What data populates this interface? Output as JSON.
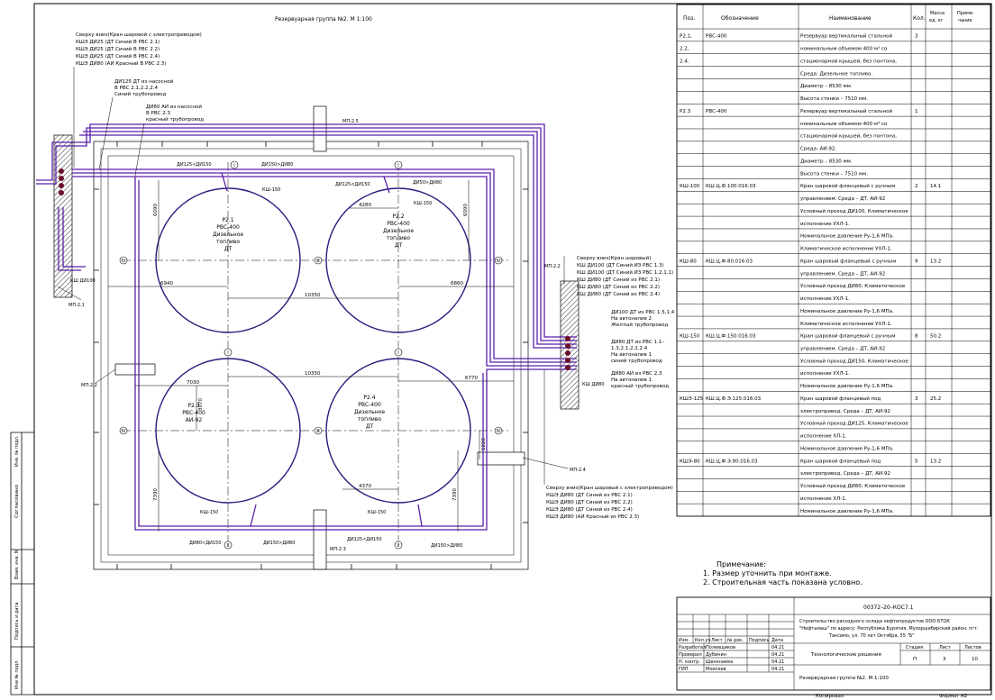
{
  "plan": {
    "title": "Резервуарная группа №2. М 1:100",
    "legend_top": {
      "title": "Сверху вниз(Кран шаровой с электроприводом)",
      "lines": [
        "КШЭ ДИ25 (ДТ Синий В РВС 2.1)",
        "КШЭ ДИ25 (ДТ Синий В РВС 2.2)",
        "КШЭ ДИ25 (ДТ Синий В РВС 2.4)",
        "КШЭ ДИ80 (АИ Красный В РВС 2.3)"
      ]
    },
    "callout_blue": [
      "ДИ125 ДТ из насосной",
      "В РВС 2.1,2.2,2.4",
      "Синий трубопровод"
    ],
    "callout_red": [
      "ДИ80 АИ из насосной",
      "В РВС 2.3",
      "красный трубопровод"
    ],
    "legend_right": {
      "title": "Сверху вниз(Кран шаровый)",
      "lines": [
        "КШ ДИ100 (ДТ Синий ИЗ РВС 1.3)",
        "КШ ДИ100 (ДТ Синий ИЗ РВС 1.2,1.1)",
        "КШ ДИ80 (ДТ Синий из РВС 2.1)",
        "КШ ДИ80 (ДТ Синий из РВС 2.2)",
        "КШ ДИ80 (ДТ Синий из РВС 2.4)"
      ]
    },
    "callout_yellow": [
      "ДИ100 ДТ из РВС 1.5,1.4",
      "На автоналив 2",
      "Желтый трубопровод"
    ],
    "callout_blue2": [
      "ДИ80 ДТ из РВС 1.1–",
      "1.3,2.1,2.2,2.4",
      "На автоналив 1",
      "синий трубопровод"
    ],
    "callout_red2": [
      "ДИ80 АИ из РВС 2.3",
      "На автоналив 1",
      "красный трубопровод"
    ],
    "legend_bottom": {
      "title": "Сверху вниз(Кран шаровый с электроприводом)",
      "lines": [
        "КШЭ ДИ80 (ДТ Синий из РВС 2.1)",
        "КШЭ ДИ80 (ДТ Синий из РВС 2.2)",
        "КШЭ ДИ80 (ДТ Синий из РВС 2.4)",
        "КШЭ ДИ80 (АИ Красный из РВС 2.3)"
      ]
    },
    "tanks": [
      {
        "id": "Р2.1",
        "type": "РВС-400",
        "l1": "Дизельное",
        "l2": "топливо",
        "l3": "ДТ"
      },
      {
        "id": "Р2.2",
        "type": "РВС-400",
        "l1": "Дизельное",
        "l2": "топливо",
        "l3": "ДТ"
      },
      {
        "id": "Р2.3",
        "type": "РВС-400",
        "l1": "АИ-92",
        "l2": "",
        "l3": ""
      },
      {
        "id": "Р2.4",
        "type": "РВС-400",
        "l1": "Дизельное",
        "l2": "топливо",
        "l3": "ДТ"
      }
    ],
    "dims": {
      "d6090a": "6090",
      "d6090b": "6090",
      "d4280": "4280",
      "d6940": "6940",
      "d6860": "6860",
      "d10350a": "10350",
      "d10350b": "10350",
      "d7030": "7030",
      "d6770": "6770",
      "d3070": "3070",
      "d1220": "1220",
      "d7390a": "7390",
      "d7390b": "7390",
      "d4370": "4370"
    },
    "labels": {
      "mp21": "МП-2.1",
      "mp22": "МП-2.2",
      "mp23": "МП-2.3",
      "mp24": "МП-2.4",
      "mp25": "МП-2.5",
      "mp22b": "МП-2.2",
      "ksh150": "КШ-150",
      "ksh100": "КШ ДИ100",
      "ksh80": "КШ ДИ80",
      "d125_150": "ДИ125<ДИ150",
      "d150_80": "ДИ150>ДИ80",
      "d50_80": "ДИ50>ДИ80",
      "d80_150": "ДИ80<ДИ150"
    },
    "axes": {
      "a1": "Ⅰ",
      "a2": "Ⅱ",
      "a3": "Ⅲ",
      "a4": "Ⅳ"
    }
  },
  "spec": {
    "headers": [
      "Поз.",
      "Обозначение",
      "Наименование",
      "Кол.",
      "Масса ед. кг",
      "Приме- чание"
    ],
    "rows": [
      [
        "Р2.1,",
        "РВС-400",
        "Резервуар вертикальный стальной",
        "3",
        "",
        ""
      ],
      [
        "2.2,",
        "",
        "номинальным объемом 400 м³ со",
        "",
        "",
        ""
      ],
      [
        "2.4.",
        "",
        "стационарной крышей, без понтона,",
        "",
        "",
        ""
      ],
      [
        "",
        "",
        "Среда: Дизельное топливо.",
        "",
        "",
        ""
      ],
      [
        "",
        "",
        "Диаметр – 8530 мм.",
        "",
        "",
        ""
      ],
      [
        "",
        "",
        "Высота стенки – 7510 мм.",
        "",
        "",
        ""
      ],
      [
        "Р2.3",
        "РВС-400",
        "Резервуар вертикальный стальной",
        "1",
        "",
        ""
      ],
      [
        "",
        "",
        "номинальным объемом 400 м³ со",
        "",
        "",
        ""
      ],
      [
        "",
        "",
        "стационарной крышей, без понтона,",
        "",
        "",
        ""
      ],
      [
        "",
        "",
        "Среда: АИ-92.",
        "",
        "",
        ""
      ],
      [
        "",
        "",
        "Диаметр – 8530 мм.",
        "",
        "",
        ""
      ],
      [
        "",
        "",
        "Высота стенки – 7510 мм.",
        "",
        "",
        ""
      ],
      [
        "КШ-100",
        "КШ.Ц.Ф.100.016.03",
        "Кран шаровой фланцевый с ручным",
        "2",
        "14.1",
        ""
      ],
      [
        "",
        "",
        "управлением. Среда – ДТ, АИ-92",
        "",
        "",
        ""
      ],
      [
        "",
        "",
        "Условный проход ДИ100, Климатическое",
        "",
        "",
        ""
      ],
      [
        "",
        "",
        "исполнение УХЛ-1.",
        "",
        "",
        ""
      ],
      [
        "",
        "",
        "Номинальное давление Ру-1,6 МПа.",
        "",
        "",
        ""
      ],
      [
        "",
        "",
        "Климатическое исполнение УХЛ-1.",
        "",
        "",
        ""
      ],
      [
        "КШ-80",
        "КШ.Ц.Ф.80.016.03",
        "Кран шаровый фланцевый с ручным",
        "9",
        "13.2",
        ""
      ],
      [
        "",
        "",
        "управлением. Среда – ДТ, АИ-92",
        "",
        "",
        ""
      ],
      [
        "",
        "",
        "Условный проход ДИ80, Климатическое",
        "",
        "",
        ""
      ],
      [
        "",
        "",
        "исполнение УХЛ-1.",
        "",
        "",
        ""
      ],
      [
        "",
        "",
        "Номинальное давление Ру-1,6 МПа.",
        "",
        "",
        ""
      ],
      [
        "",
        "",
        "Климатическое исполнение УХЛ-1.",
        "",
        "",
        ""
      ],
      [
        "КШ-150",
        "КШ.Ц.Ф.150.016.03",
        "Кран шаровой фланцевый с ручным",
        "8",
        "50.2",
        ""
      ],
      [
        "",
        "",
        "управлением. Среда – ДТ, АИ-92",
        "",
        "",
        ""
      ],
      [
        "",
        "",
        "Условный проход ДИ150, Климатическое",
        "",
        "",
        ""
      ],
      [
        "",
        "",
        "исполнение УХЛ-1.",
        "",
        "",
        ""
      ],
      [
        "",
        "",
        "Номинальное давление Ру-1,6 МПа.",
        "",
        "",
        ""
      ],
      [
        "КШЭ-125",
        "КШ.Ц.Ф.Э.125.016.03",
        "Кран шаровой фланцевый под",
        "3",
        "25.2",
        ""
      ],
      [
        "",
        "",
        "электропривод. Среда – ДТ, АИ-92",
        "",
        "",
        ""
      ],
      [
        "",
        "",
        "Условный проход ДИ125, Климатическое",
        "",
        "",
        ""
      ],
      [
        "",
        "",
        "исполнение ХЛ-1.",
        "",
        "",
        ""
      ],
      [
        "",
        "",
        "Номинальное давление Ру-1,6 МПа.",
        "",
        "",
        ""
      ],
      [
        "КШЭ-80",
        "КШ.Ц.Ф.Э.80.016.03",
        "Кран шаровой фланцевый под",
        "5",
        "13.2",
        ""
      ],
      [
        "",
        "",
        "электропривод. Среда – ДТ, АИ-92",
        "",
        "",
        ""
      ],
      [
        "",
        "",
        "Условный проход ДИ80, Климатическое",
        "",
        "",
        ""
      ],
      [
        "",
        "",
        "исполнение ХЛ-1.",
        "",
        "",
        ""
      ],
      [
        "",
        "",
        "Номинальное давление Ру-1,6 МПа.",
        "",
        "",
        ""
      ]
    ]
  },
  "notes": {
    "title": "Примечание:",
    "items": [
      "1. Размер уточнить при монтаже.",
      "2. Строительная часть показана условно."
    ]
  },
  "stamp": {
    "code": "00372–20–КОС7.1",
    "project": [
      "Строительство расходного склада нефтепродуктов ООО БТОК",
      "\"Нефтьмаш\" по адресу: Республика Бурятия, Мухоршибирский район, пгт.",
      "Таксимо, ул. 70 лет Октября, 55 \"Б\""
    ],
    "head": [
      "Изм.",
      "Кол.уч",
      "Лист",
      "№ док.",
      "Подпись",
      "Дата"
    ],
    "roles": [
      {
        "role": "Разработал",
        "name": "Полевщиков",
        "date": "04.21"
      },
      {
        "role": "Проверил",
        "name": "Дубинин",
        "date": "04.21"
      },
      {
        "role": "Н. контр.",
        "name": "Шенкнаева",
        "date": "04.21"
      },
      {
        "role": "ГИП",
        "name": "Моисеев",
        "date": "04.21"
      }
    ],
    "section": "Технологические решения",
    "stage_h": "Стадия",
    "sheet_h": "Лист",
    "sheets_h": "Листов",
    "stage": "П",
    "sheet": "3",
    "sheets": "10",
    "title": "Резервуарная группа №2. М 1:100",
    "copied": "Копировал",
    "format": "Формат А2"
  },
  "side": {
    "agreed": "Согласовано",
    "inv": "Инв. № подл.",
    "sign": "Подпись и дата",
    "vzam": "Взам. инв. N",
    "inv2": "Инв № подл."
  }
}
